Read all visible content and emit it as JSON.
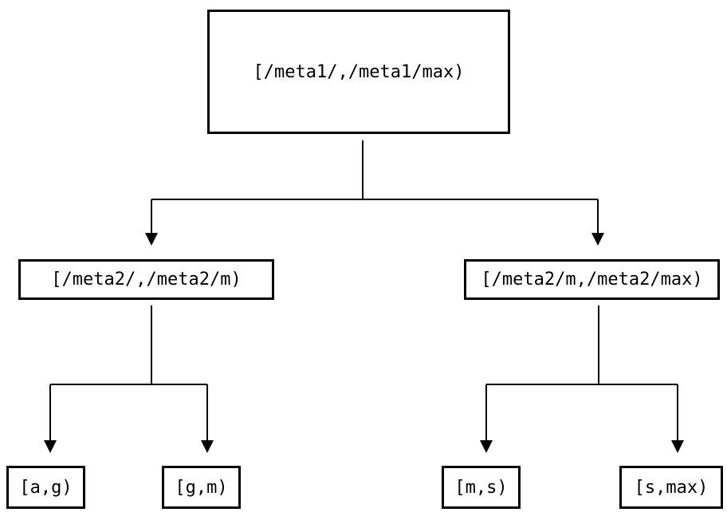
{
  "diagram": {
    "type": "tree",
    "background_color": "#ffffff",
    "line_color": "#000000",
    "box_fill_color": "#ffffff",
    "box_border_color": "#000000",
    "text_color": "#000000",
    "nodes": {
      "root": "[/meta1/,/meta1/max)",
      "meta2_lower": "[/meta2/,/meta2/m)",
      "meta2_upper": "[/meta2/m,/meta2/max)",
      "leaf_ag": "[a,g)",
      "leaf_gm": "[g,m)",
      "leaf_ms": "[m,s)",
      "leaf_smax": "[s,max)"
    },
    "edges": [
      {
        "from": "root",
        "to": "meta2_lower"
      },
      {
        "from": "root",
        "to": "meta2_upper"
      },
      {
        "from": "meta2_lower",
        "to": "leaf_ag"
      },
      {
        "from": "meta2_lower",
        "to": "leaf_gm"
      },
      {
        "from": "meta2_upper",
        "to": "leaf_ms"
      },
      {
        "from": "meta2_upper",
        "to": "leaf_smax"
      }
    ]
  }
}
